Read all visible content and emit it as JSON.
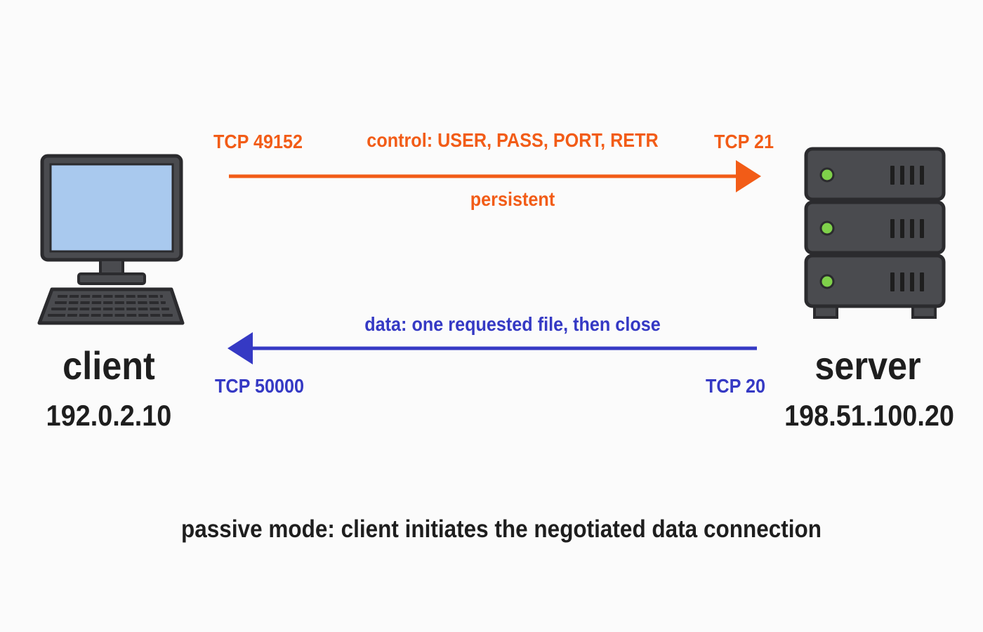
{
  "colors": {
    "control": "#f25c17",
    "data": "#3539c4",
    "text": "#1e1e1e",
    "screen": "#a9c9ee",
    "device": "#4a4b4f",
    "outline": "#2b2b2e",
    "led": "#7fd14a"
  },
  "client": {
    "icon": "desktop-computer-icon",
    "name": "client",
    "ip": "192.0.2.10"
  },
  "server": {
    "icon": "server-rack-icon",
    "name": "server",
    "ip": "198.51.100.20"
  },
  "control_connection": {
    "direction": "client-to-server",
    "client_port": "TCP 49152",
    "server_port": "TCP 21",
    "label": "control: USER, PASS, PORT, RETR",
    "lifetime": "persistent"
  },
  "data_connection": {
    "direction": "server-to-client",
    "client_port": "TCP 50000",
    "server_port": "TCP 20",
    "label": "data: one requested file, then close"
  },
  "caption": "passive mode: client initiates the negotiated data connection"
}
